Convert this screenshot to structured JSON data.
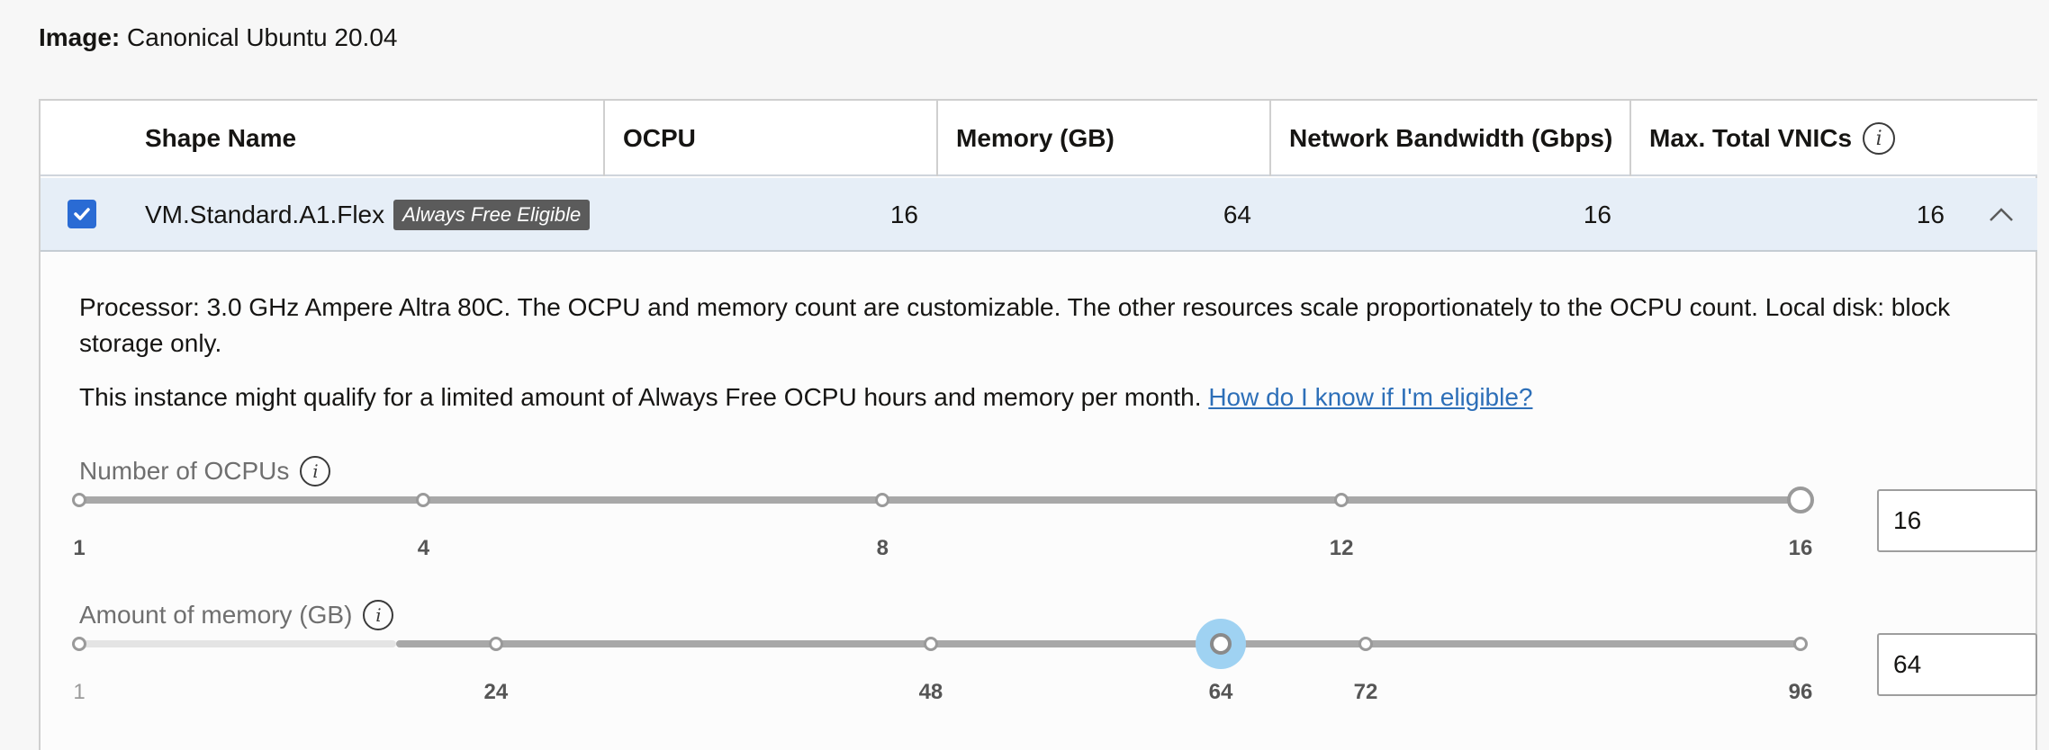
{
  "image": {
    "label": "Image:",
    "value": "Canonical Ubuntu 20.04"
  },
  "table": {
    "headers": {
      "shape_name": "Shape Name",
      "ocpu": "OCPU",
      "memory": "Memory (GB)",
      "bandwidth": "Network Bandwidth (Gbps)",
      "vnics": "Max. Total VNICs"
    },
    "row": {
      "shape": "VM.Standard.A1.Flex",
      "badge": "Always Free Eligible",
      "ocpu": "16",
      "memory": "64",
      "bandwidth": "16",
      "vnics": "16"
    }
  },
  "details": {
    "processor_line1": "Processor: 3.0 GHz Ampere Altra 80C. The OCPU and memory count are customizable. The other resources scale proportionately to the OCPU count. Local disk: block",
    "processor_line2": "storage only.",
    "free_text": "This instance might qualify for a limited amount of Always Free OCPU hours and memory per month.",
    "eligible_link": "How do I know if I'm eligible?"
  },
  "ocpu_slider": {
    "label": "Number of OCPUs",
    "min": 1,
    "max": 16,
    "value": 16,
    "ticks": [
      "1",
      "4",
      "8",
      "12",
      "16"
    ],
    "input_value": "16"
  },
  "memory_slider": {
    "label": "Amount of memory (GB)",
    "min": 1,
    "max": 96,
    "value": 64,
    "ticks": [
      "1",
      "24",
      "48",
      "64",
      "72",
      "96"
    ],
    "input_value": "64"
  },
  "colors": {
    "accent": "#2a6bd4",
    "link": "#2d6fb8",
    "row_selected": "#e6eef7",
    "focus": "#9fd2f2"
  },
  "icons": {
    "info": "i"
  }
}
